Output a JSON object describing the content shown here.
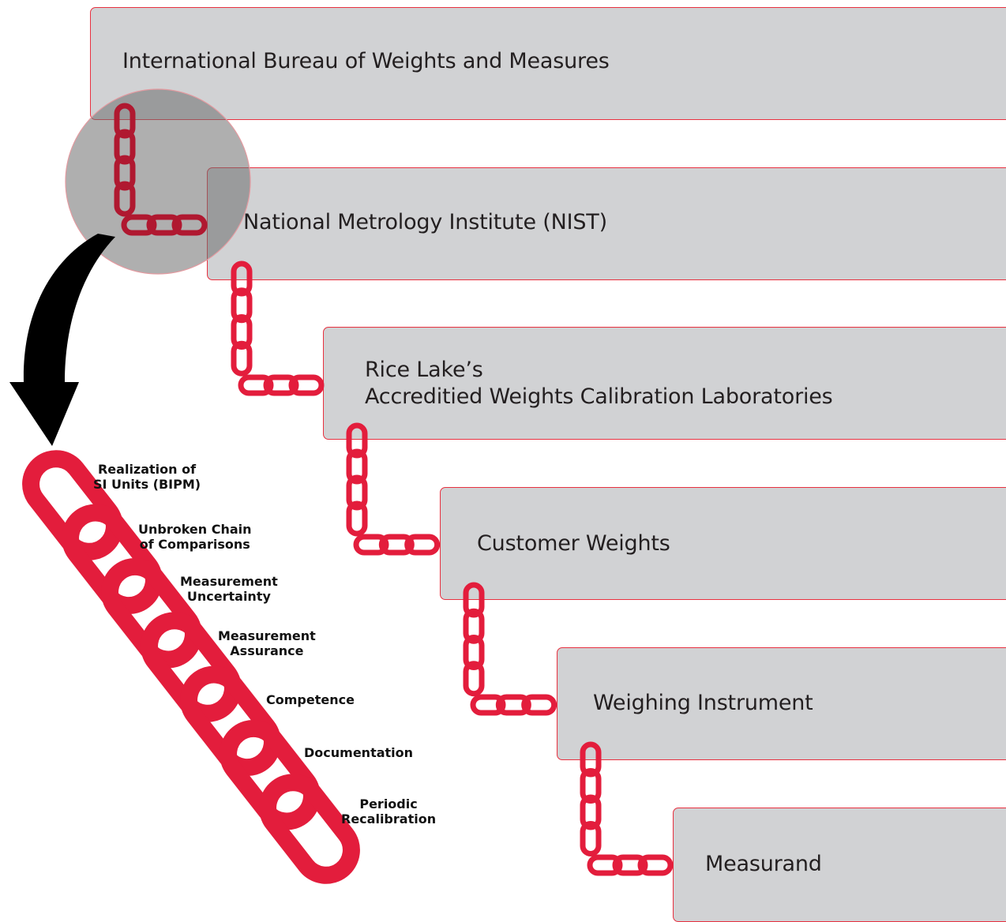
{
  "colors": {
    "chain_red": "#e31d3c",
    "chain_dark": "#b01830",
    "box_fill": "#d1d2d4",
    "box_border": "#e8303f",
    "arrow": "#000000"
  },
  "hierarchy": {
    "levels": [
      {
        "label": "International Bureau of Weights and Measures"
      },
      {
        "label": "National Metrology Institute (NIST)"
      },
      {
        "label_line1": "Rice Lake’s",
        "label_line2": "Accreditied Weights Calibration Laboratories"
      },
      {
        "label": "Customer Weights"
      },
      {
        "label": "Weighing Instrument"
      },
      {
        "label": "Measurand"
      }
    ]
  },
  "chain_elements": [
    {
      "line1": "Realization of",
      "line2": "SI Units (BIPM)"
    },
    {
      "line1": "Unbroken Chain",
      "line2": "of Comparisons"
    },
    {
      "line1": "Measurement",
      "line2": "Uncertainty"
    },
    {
      "line1": "Measurement",
      "line2": "Assurance"
    },
    {
      "line1": "Competence"
    },
    {
      "line1": "Documentation"
    },
    {
      "line1": "Periodic",
      "line2": "Recalibration"
    }
  ]
}
